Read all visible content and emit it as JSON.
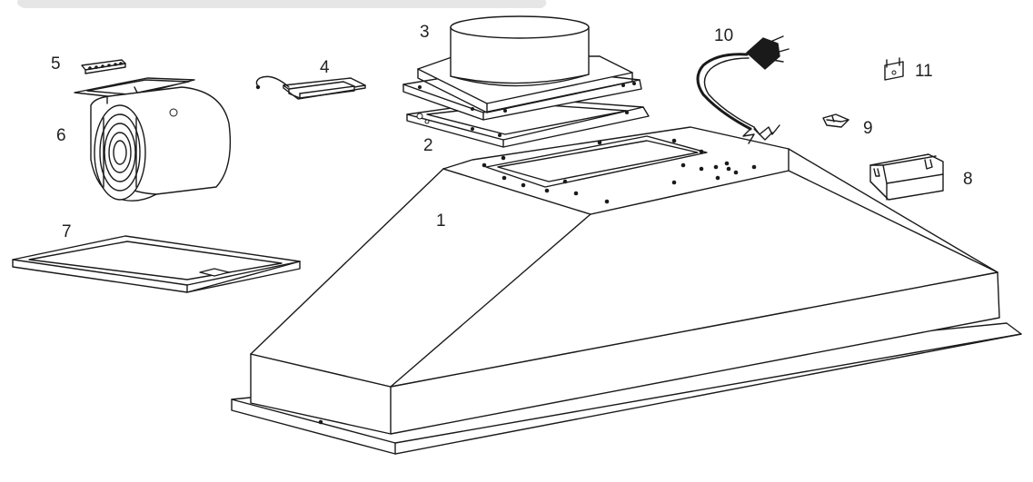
{
  "callouts": {
    "c1": "1",
    "c2": "2",
    "c3": "3",
    "c4": "4",
    "c5": "5",
    "c6": "6",
    "c7": "7",
    "c8": "8",
    "c9": "9",
    "c10": "10",
    "c11": "11"
  },
  "colors": {
    "line": "#1a1a1a",
    "background": "#ffffff",
    "label": "#222222",
    "top_bar": "#e6e6e6"
  }
}
